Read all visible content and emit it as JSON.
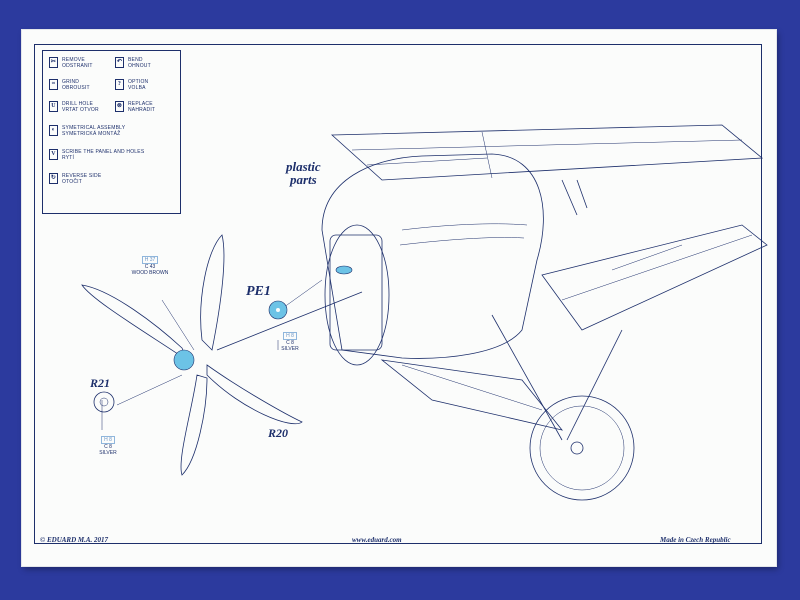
{
  "legend": {
    "items": [
      {
        "icon": "remove-icon",
        "glyph": "✂",
        "line1": "REMOVE",
        "line2": "ODSTRANIT"
      },
      {
        "icon": "bend-icon",
        "glyph": "↶",
        "line1": "BEND",
        "line2": "OHNOUT"
      },
      {
        "icon": "grind-icon",
        "glyph": "≈",
        "line1": "GRIND",
        "line2": "OBROUSIT"
      },
      {
        "icon": "option-icon",
        "glyph": "?",
        "line1": "OPTION",
        "line2": "VOLBA"
      },
      {
        "icon": "drill-hole-icon",
        "glyph": "U",
        "line1": "DRILL HOLE",
        "line2": "VRTAT OTVOR"
      },
      {
        "icon": "replace-icon",
        "glyph": "⊗",
        "line1": "REPLACE",
        "line2": "NAHRADIT"
      },
      {
        "icon": "symetrical-assembly-icon",
        "glyph": "◐",
        "line1": "SYMETRICAL ASSEMBLY",
        "line2": "SYMETRICKÁ MONTÁŽ"
      },
      {
        "icon": "scribe-icon",
        "glyph": "V",
        "line1": "SCRIBE THE PANEL AND HOLES",
        "line2": "RYTÍ"
      },
      {
        "icon": "reverse-side-icon",
        "glyph": "↻",
        "line1": "REVERSE SIDE",
        "line2": "OTOČIT"
      }
    ]
  },
  "labels": {
    "plastic_parts_1": "plastic",
    "plastic_parts_2": "parts",
    "pe1": "PE1",
    "r21": "R21",
    "r20": "R20"
  },
  "colors_callouts": {
    "wood": {
      "code": "H 37",
      "mr": "C 43",
      "name": "WOOD BROWN"
    },
    "silver_spinner": {
      "code": "H 8",
      "mr": "C 8",
      "name": "SILVER"
    },
    "silver_r21": {
      "code": "H 8",
      "mr": "C 8",
      "name": "SILVER"
    }
  },
  "footer": {
    "copyright": "© EDUARD  M.A. 2017",
    "url": "www.eduard.com",
    "made_in": "Made in Czech Republic"
  },
  "palette": {
    "background": "#2c3a9e",
    "paper": "#fbfcfb",
    "ink": "#1d2f6b",
    "etch_part": "#6cc3e6"
  }
}
